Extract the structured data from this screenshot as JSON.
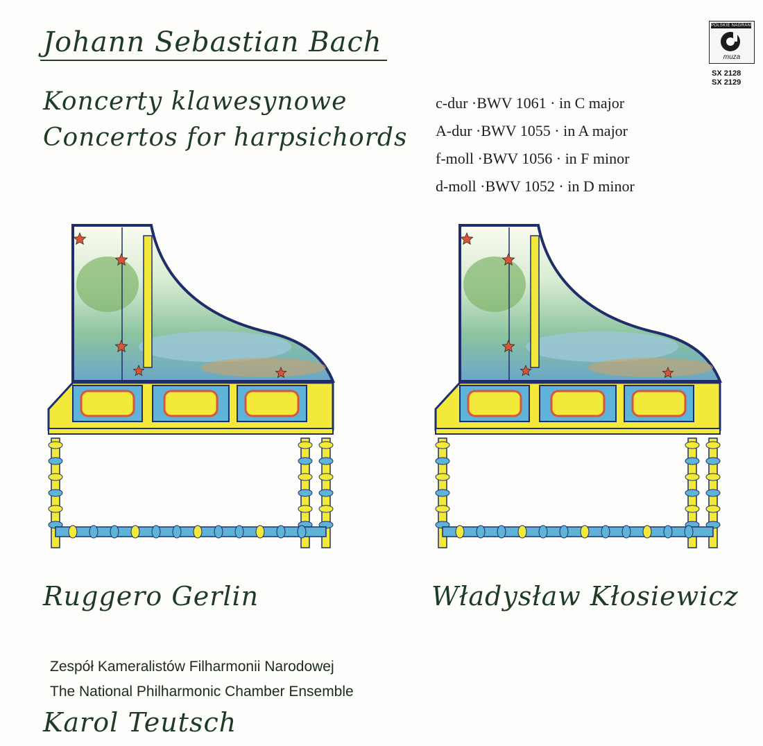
{
  "composer": "Johann Sebastian Bach",
  "title_pl": "Koncerty klawesynowe",
  "title_en": "Concertos for harpsichords",
  "label": {
    "brand_top": "POLSKIE NAGRANIA",
    "brand_name": "muza",
    "catalog": [
      "SX 2128",
      "SX 2129"
    ]
  },
  "works": [
    "c-dur ·BWV 1061 · in C major",
    "A-dur ·BWV 1055 · in A major",
    "f-moll ·BWV 1056 · in F minor",
    "d-moll ·BWV 1052 · in D minor"
  ],
  "performers": [
    "Ruggero Gerlin",
    "Władysław Kłosiewicz"
  ],
  "ensemble_pl": "Zespół Kameralistów Filharmonii Narodowej",
  "ensemble_en": "The National Philharmonic Chamber Ensemble",
  "conductor": "Karol Teutsch",
  "colors": {
    "frame_yellow": "#f2e93a",
    "panel_blue": "#5fb2d8",
    "ornament_red": "#d8543a",
    "outline_navy": "#1f2e6b",
    "script_green": "#1f3b26"
  },
  "icons": [
    "harpsichord-illustration",
    "muza-logo-icon"
  ]
}
